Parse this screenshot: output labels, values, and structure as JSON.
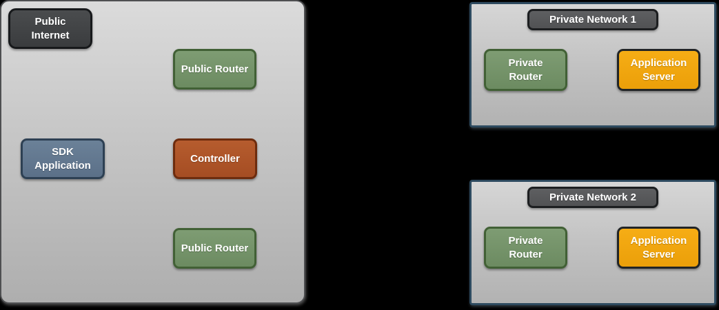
{
  "colors": {
    "background": "#000000",
    "zone_fill_top": "#dadada",
    "zone_fill_bottom": "#aeaeae",
    "public_zone_border": "#4e4f51",
    "private_zone_border": "#2d4a5f",
    "dark_node_fill": "#3f4143",
    "dark_node_border": "#17191b",
    "green_node_fill": "#75936a",
    "green_node_border": "#416035",
    "slate_node_fill": "#627890",
    "slate_node_border": "#2d4053",
    "rust_node_fill": "#ac5228",
    "rust_node_border": "#6d2c0e",
    "orange_node_fill": "#f0a60f",
    "orange_node_border": "#212426",
    "title_node_fill": "#58595b",
    "title_node_border": "#1c1e20",
    "node_text": "#ffffff"
  },
  "public_zone": {
    "nodes": {
      "public_internet": "Public Internet",
      "public_router_top": "Public Router",
      "sdk_application": "SDK Application",
      "controller": "Controller",
      "public_router_bottom": "Public Router"
    }
  },
  "private_networks": [
    {
      "title": "Private Network 1",
      "nodes": {
        "private_router": "Private Router",
        "application_server": "Application Server"
      }
    },
    {
      "title": "Private Network 2",
      "nodes": {
        "private_router": "Private Router",
        "application_server": "Application Server"
      }
    }
  ]
}
